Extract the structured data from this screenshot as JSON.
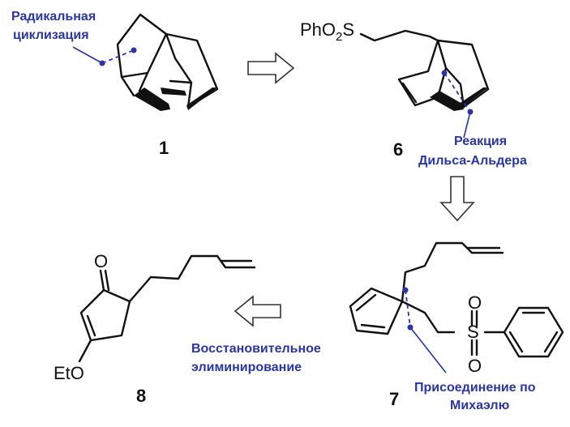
{
  "compounds": {
    "c1": "1",
    "c6": "6",
    "c7": "7",
    "c8": "8"
  },
  "annotations": {
    "radical_1": "Радикальная",
    "radical_2": "циклизация",
    "diels_1": "Реакция",
    "diels_2": "Дильса-Альдера",
    "michael_1": "Присоединение по",
    "michael_2": "Михаэлю",
    "reductive_1": "Восстановительное",
    "reductive_2": "элиминирование"
  },
  "atoms": {
    "phso2s_main": "PhO",
    "phso2s_sub": "2",
    "phso2s_s": "S",
    "s_atom": "S",
    "o_top_sulfone": "O",
    "o_bottom_sulfone": "O",
    "o_ketone": "O",
    "eto": "EtO"
  },
  "colors": {
    "annotation": "#2a35a8",
    "bond": "#111111"
  }
}
